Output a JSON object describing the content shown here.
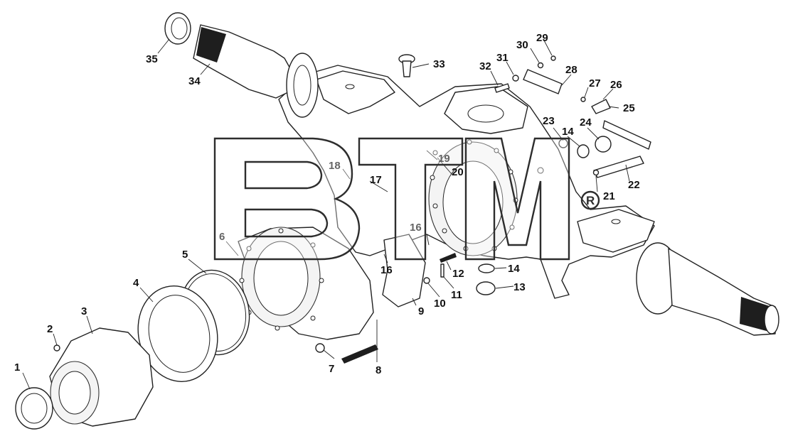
{
  "watermark": {
    "text": "BTM",
    "registered_mark": "R"
  },
  "callouts": [
    {
      "id": "1",
      "label": "1"
    },
    {
      "id": "2",
      "label": "2"
    },
    {
      "id": "3",
      "label": "3"
    },
    {
      "id": "4",
      "label": "4"
    },
    {
      "id": "5",
      "label": "5"
    },
    {
      "id": "6",
      "label": "6"
    },
    {
      "id": "7",
      "label": "7"
    },
    {
      "id": "8",
      "label": "8"
    },
    {
      "id": "9",
      "label": "9"
    },
    {
      "id": "10",
      "label": "10"
    },
    {
      "id": "11",
      "label": "11"
    },
    {
      "id": "12",
      "label": "12"
    },
    {
      "id": "13",
      "label": "13"
    },
    {
      "id": "14a",
      "label": "14"
    },
    {
      "id": "14b",
      "label": "14"
    },
    {
      "id": "16a",
      "label": "16"
    },
    {
      "id": "16b",
      "label": "16"
    },
    {
      "id": "17",
      "label": "17"
    },
    {
      "id": "18",
      "label": "18"
    },
    {
      "id": "19",
      "label": "19"
    },
    {
      "id": "20",
      "label": "20"
    },
    {
      "id": "21",
      "label": "21"
    },
    {
      "id": "22",
      "label": "22"
    },
    {
      "id": "23",
      "label": "23"
    },
    {
      "id": "24",
      "label": "24"
    },
    {
      "id": "25",
      "label": "25"
    },
    {
      "id": "26",
      "label": "26"
    },
    {
      "id": "27",
      "label": "27"
    },
    {
      "id": "28",
      "label": "28"
    },
    {
      "id": "29",
      "label": "29"
    },
    {
      "id": "30",
      "label": "30"
    },
    {
      "id": "31",
      "label": "31"
    },
    {
      "id": "32",
      "label": "32"
    },
    {
      "id": "33",
      "label": "33"
    },
    {
      "id": "34",
      "label": "34"
    },
    {
      "id": "35",
      "label": "35"
    }
  ]
}
